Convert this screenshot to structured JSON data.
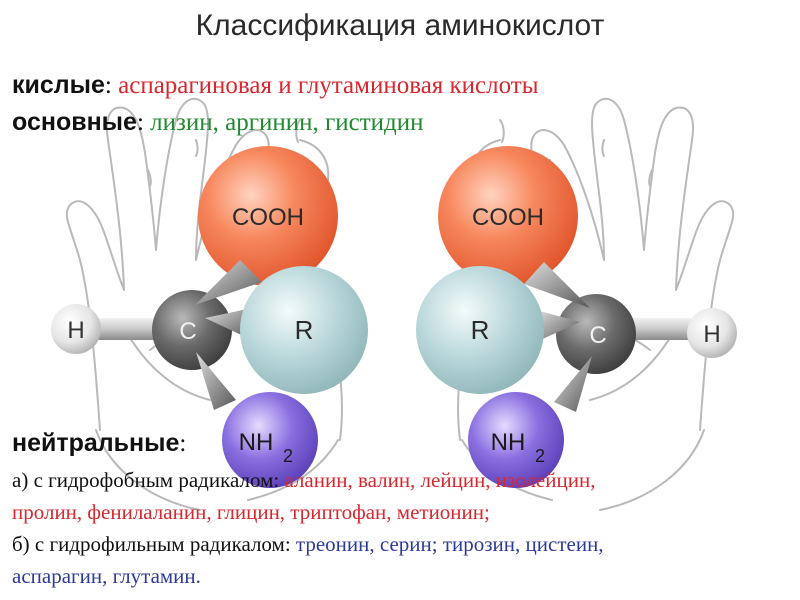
{
  "title": "Классификация аминокислот",
  "acidic": {
    "label": "кислые",
    "colon": ":",
    "items": "аспарагиновая и глутаминовая кислоты"
  },
  "basic": {
    "label": "основные",
    "colon": ":",
    "items": "лизин, аргинин, гистидин"
  },
  "neutral": {
    "label": "нейтральные",
    "colon": ":"
  },
  "hydrophobic": {
    "prefix": "а) с гидрофобным радикалом:",
    "items_line1": "аланин, валин, лейцин, изолейцин,",
    "items_line2": "пролин, фенилаланин, глицин, триптофан, метионин;"
  },
  "hydrophilic": {
    "prefix": "б) с гидрофильным радикалом:",
    "items_line1": "треонин, серин; тирозин, цистеин,",
    "items_line2": "аспарагин, глутамин."
  },
  "molecule": {
    "cooh": "COOH",
    "r": "R",
    "c": "C",
    "h": "H",
    "nh": "NH",
    "sub": "2"
  },
  "colors": {
    "acid_text": "#d9272e",
    "basic_text": "#1f8a2e",
    "hydrophilic_text": "#2c3a9a",
    "cooh_ball": "#f47a4f",
    "r_ball": "#b5d3d6",
    "c_ball": "#6a6a6a",
    "nh2_ball": "#7a5fd0"
  }
}
